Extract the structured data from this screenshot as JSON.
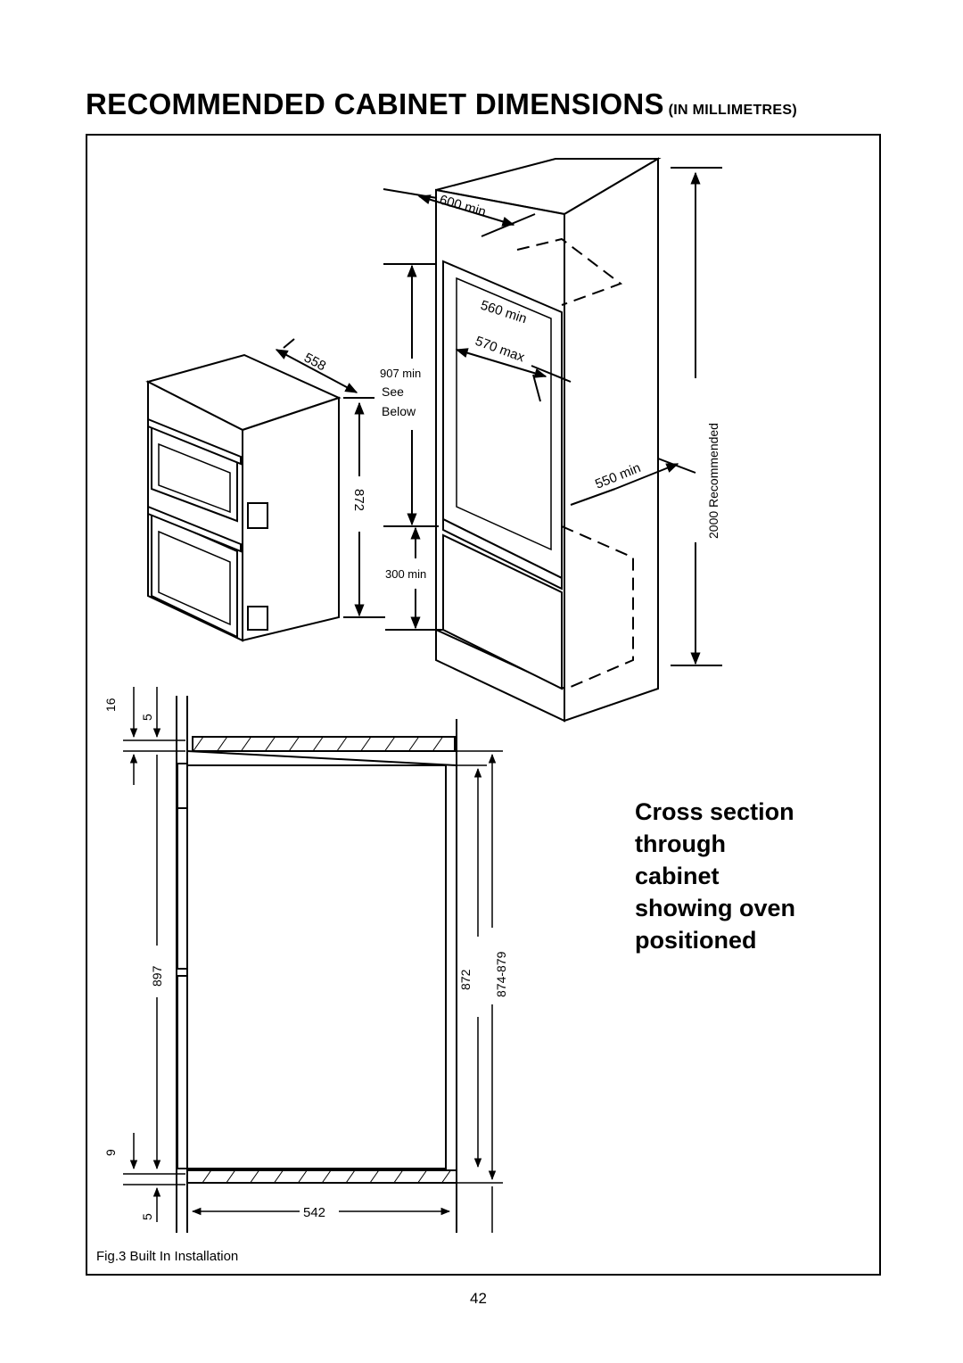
{
  "page": {
    "title_main": "RECOMMENDED CABINET DIMENSIONS",
    "title_sub": "(IN MILLIMETRES)",
    "figure_caption": "Fig.3 Built In Installation",
    "page_number": "42"
  },
  "cross_section_caption": [
    "Cross section",
    "through",
    "cabinet",
    "showing oven",
    "positioned"
  ],
  "dimensions": {
    "d600": "600 min",
    "d560": "560 min",
    "d570": "570 max",
    "d558": "558",
    "d907": "907 min",
    "see": "See",
    "below": "Below",
    "d872_iso": "872",
    "d300": "300 min",
    "d550": "550 min",
    "d2000": "2000 Recommended",
    "d16": "16",
    "d5_top": "5",
    "d897": "897",
    "d9": "9",
    "d5_bottom": "5",
    "d872_cs": "872",
    "d874": "874-879",
    "d542": "542"
  }
}
